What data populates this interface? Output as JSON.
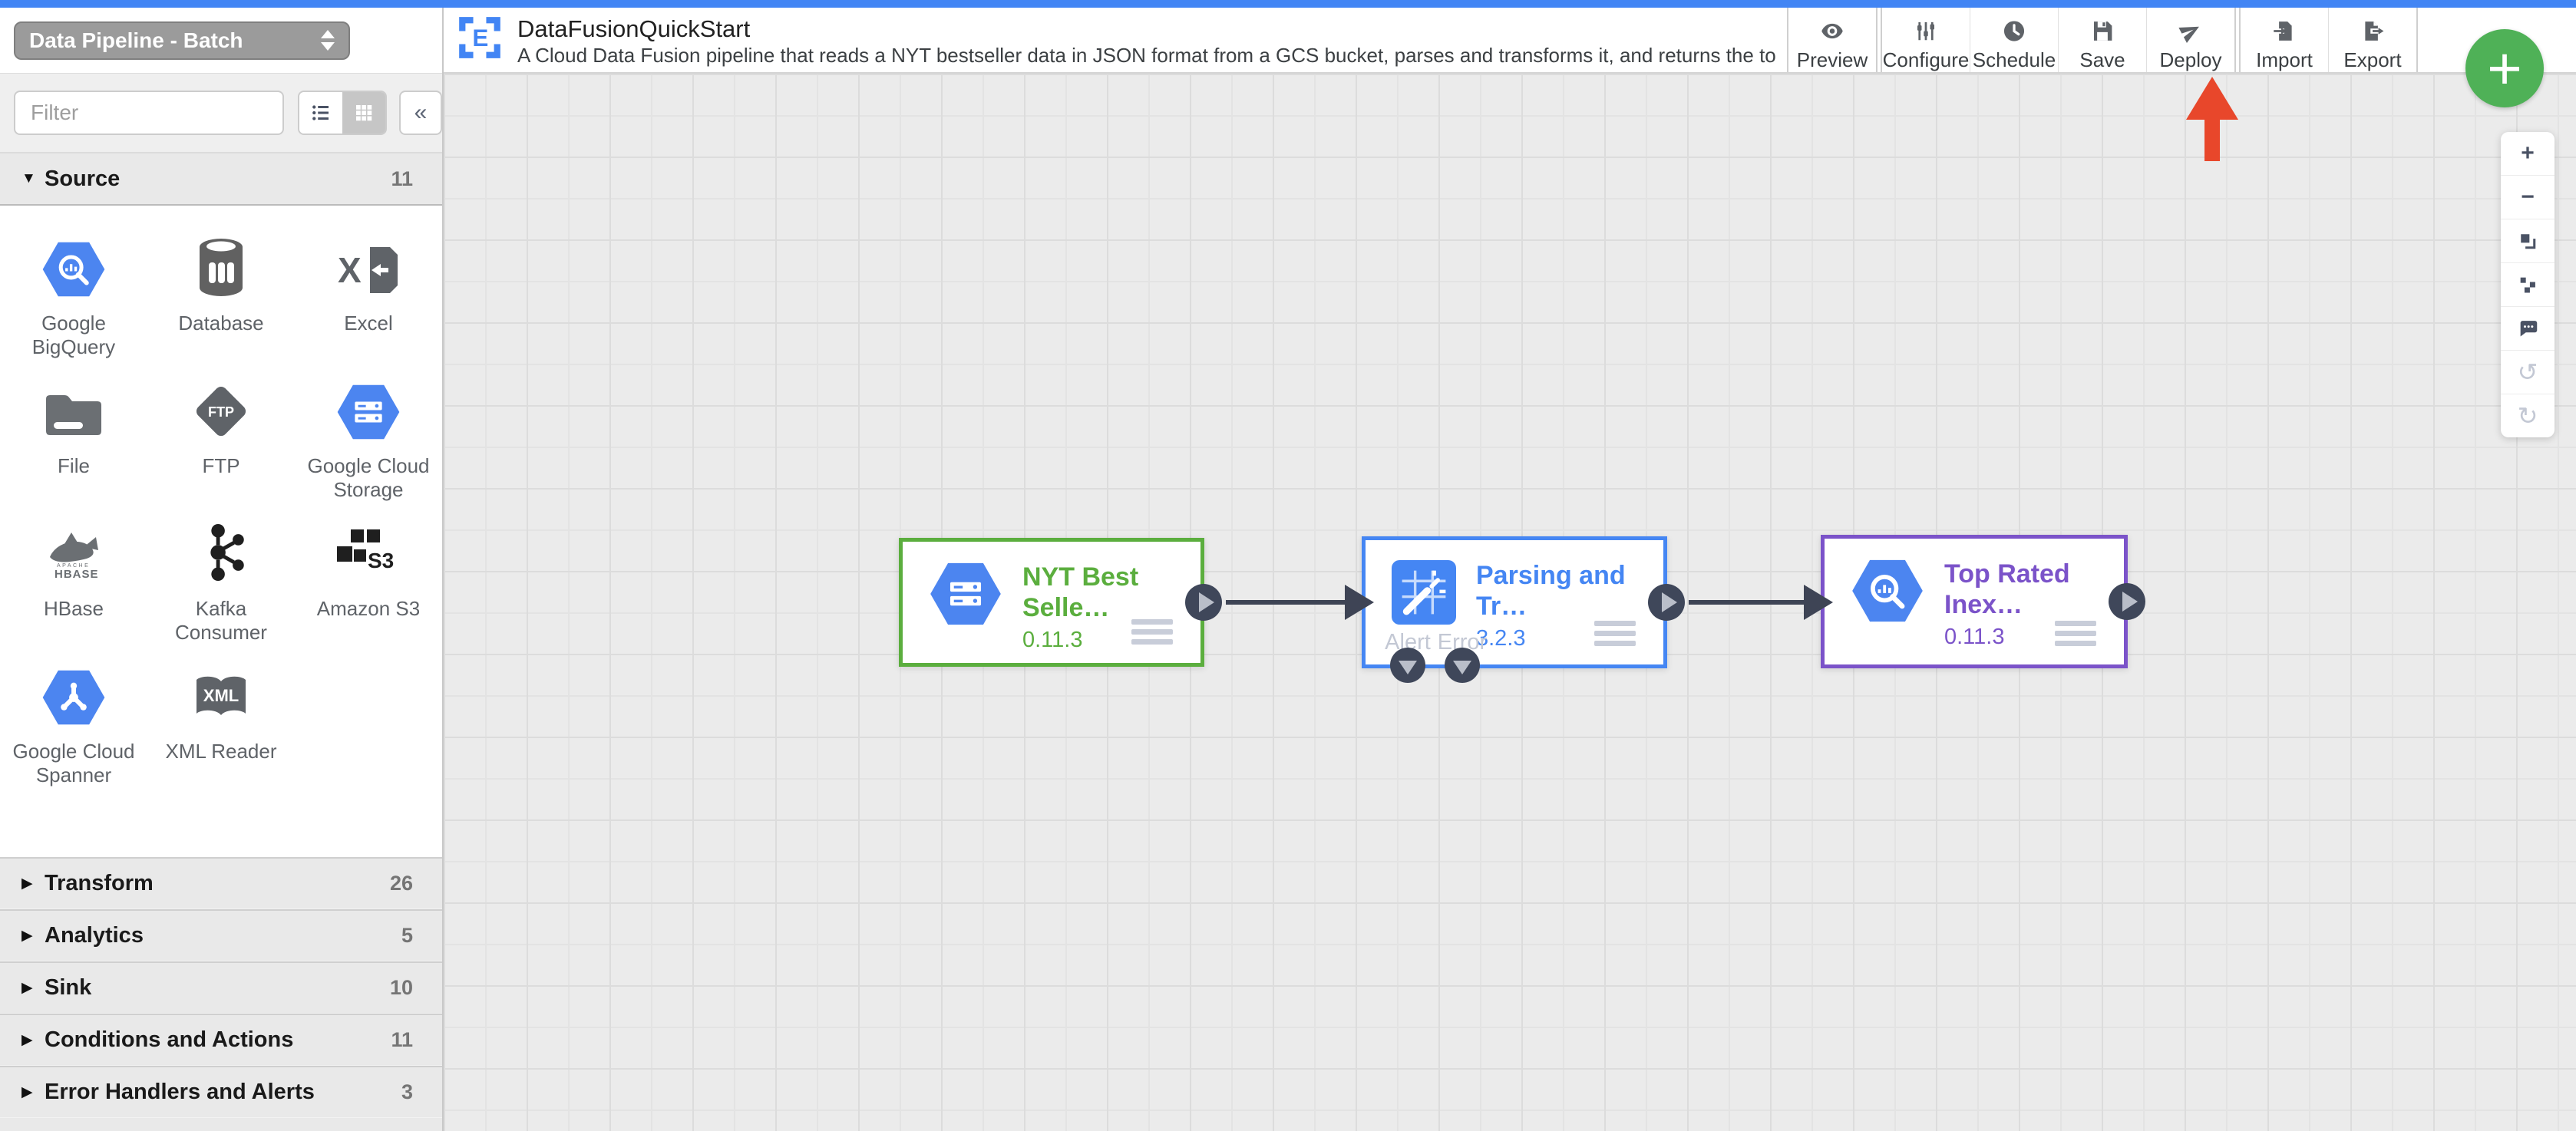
{
  "top_bar": {
    "pipeline_type_selector": {
      "value": "Data Pipeline - Batch"
    }
  },
  "header": {
    "title": "DataFusionQuickStart",
    "description": "A Cloud Data Fusion pipeline that reads a NYT bestseller data in JSON format from a GCS bucket, parses and transforms it, and returns the top rated book...",
    "toolbar": {
      "preview": "Preview",
      "configure": "Configure",
      "schedule": "Schedule",
      "save": "Save",
      "deploy": "Deploy",
      "import": "Import",
      "export": "Export"
    }
  },
  "sidebar": {
    "filter_placeholder": "Filter",
    "collapse_label": "«",
    "sections": [
      {
        "label": "Source",
        "count": "11",
        "expanded": true,
        "plugins": [
          {
            "label": "Google BigQuery",
            "icon": "bigquery-hexagon-icon"
          },
          {
            "label": "Database",
            "icon": "database-cylinder-icon"
          },
          {
            "label": "Excel",
            "icon": "excel-icon"
          },
          {
            "label": "File",
            "icon": "folder-icon"
          },
          {
            "label": "FTP",
            "icon": "ftp-diamond-icon"
          },
          {
            "label": "Google Cloud Storage",
            "icon": "gcs-hexagon-icon"
          },
          {
            "label": "HBase",
            "icon": "hbase-orca-icon"
          },
          {
            "label": "Kafka Consumer",
            "icon": "kafka-icon"
          },
          {
            "label": "Amazon S3",
            "icon": "s3-cubes-icon"
          },
          {
            "label": "Google Cloud Spanner",
            "icon": "spanner-hexagon-icon"
          },
          {
            "label": "XML Reader",
            "icon": "xml-book-icon"
          }
        ]
      },
      {
        "label": "Transform",
        "count": "26",
        "expanded": false
      },
      {
        "label": "Analytics",
        "count": "5",
        "expanded": false
      },
      {
        "label": "Sink",
        "count": "10",
        "expanded": false
      },
      {
        "label": "Conditions and Actions",
        "count": "11",
        "expanded": false
      },
      {
        "label": "Error Handlers and Alerts",
        "count": "3",
        "expanded": false
      }
    ]
  },
  "canvas": {
    "nodes": [
      {
        "title": "NYT Best Selle…",
        "version": "0.11.3",
        "accent": "#5BAE3E",
        "icon": "gcs-hexagon-icon"
      },
      {
        "title": "Parsing and Tr…",
        "version": "3.2.3",
        "accent": "#4586F3",
        "icon": "wrangler-icon",
        "alert_port": "Alert",
        "error_port": "Error"
      },
      {
        "title": "Top Rated Inex…",
        "version": "0.11.3",
        "accent": "#7B53C9",
        "icon": "bigquery-hexagon-icon"
      }
    ],
    "connection_color": "#3E4455",
    "annotation": {
      "type": "red-arrow",
      "points_at": "Deploy",
      "color": "#E8472B"
    }
  },
  "zoom_toolbar": {
    "zoom_in": "+",
    "zoom_out": "−",
    "undo": "↺",
    "redo": "↻"
  },
  "fab": {
    "label": "+"
  }
}
